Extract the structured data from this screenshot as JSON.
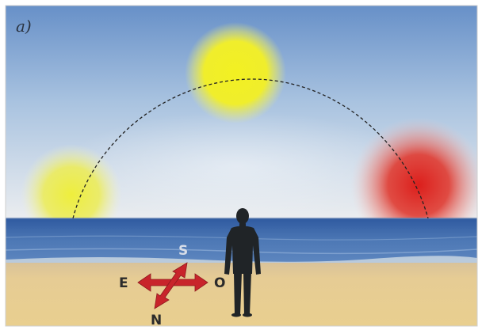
{
  "panel": {
    "label": "a)"
  },
  "compass": {
    "south": "S",
    "east": "E",
    "west": "O",
    "north": "N",
    "south_color": "#d7dde8",
    "other_color": "#2b2b2b",
    "arrow_color": "#c8242b"
  },
  "colors": {
    "sky_top": "#6b96cc",
    "sky_bottom": "#eef0f2",
    "sea": "#3e66a6",
    "sand": "#e5c98e",
    "sun_noon": "#f3f12a",
    "sun_east": "#ecec55",
    "sun_west": "#df2a22",
    "person": "#202427",
    "path": "#222222"
  }
}
